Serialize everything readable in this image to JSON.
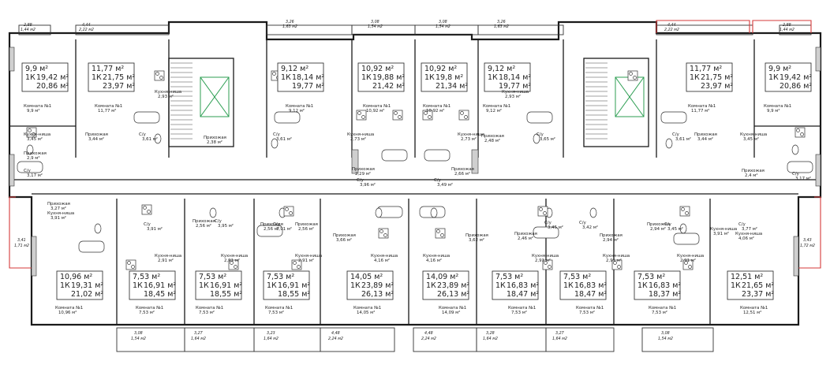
{
  "balconies_top": [
    {
      "a": "2,88",
      "b": "1,44 м2"
    },
    {
      "a": "4,44",
      "b": "2,22 м2"
    },
    {
      "a": "3,26",
      "b": "1,63 м2"
    },
    {
      "a": "3,08",
      "b": "1,54 м2"
    },
    {
      "a": "3,08",
      "b": "1,54 м2"
    },
    {
      "a": "3,26",
      "b": "1,63 м2"
    },
    {
      "a": "4,44",
      "b": "2,22 м2"
    },
    {
      "a": "2,88",
      "b": "1,44 м2"
    }
  ],
  "balconies_bottom": [
    {
      "a": "3,08",
      "b": "1,54 м2"
    },
    {
      "a": "3,27",
      "b": "1,64 м2"
    },
    {
      "a": "3,23",
      "b": "1,64 м2"
    },
    {
      "a": "4,48",
      "b": "2,24 м2"
    },
    {
      "a": "4,48",
      "b": "2,24 м2"
    },
    {
      "a": "3,28",
      "b": "1,64 м2"
    },
    {
      "a": "3,27",
      "b": "1,64 м2"
    },
    {
      "a": "3,08",
      "b": "1,54 м2"
    }
  ],
  "balconies_side": [
    {
      "a": "3,41",
      "b": "1,71 м2"
    },
    {
      "a": "3,43",
      "b": "1,72 м2"
    }
  ],
  "top_units": [
    {
      "l1": "9,9 м²",
      "k": "1К",
      "l2": "19,42 м²",
      "l3": "20,86 м²"
    },
    {
      "l1": "11,77 м²",
      "k": "1К",
      "l2": "21,75 м²",
      "l3": "23,97 м²"
    },
    {
      "l1": "9,12 м²",
      "k": "1К",
      "l2": "18,14 м²",
      "l3": "19,77 м²"
    },
    {
      "l1": "10,92 м²",
      "k": "1К",
      "l2": "19,88 м²",
      "l3": "21,42 м²"
    },
    {
      "l1": "10,92 м²",
      "k": "1К",
      "l2": "19,8 м²",
      "l3": "21,34 м²"
    },
    {
      "l1": "9,12 м²",
      "k": "1К",
      "l2": "18,14 м²",
      "l3": "19,77 м²"
    },
    {
      "l1": "11,77 м²",
      "k": "1К",
      "l2": "21,75 м²",
      "l3": "23,97 м²"
    },
    {
      "l1": "9,9 м²",
      "k": "1К",
      "l2": "19,42 м²",
      "l3": "20,86 м²"
    }
  ],
  "bottom_units": [
    {
      "l1": "10,96 м²",
      "k": "1К",
      "l2": "19,31 м²",
      "l3": "21,02 м²"
    },
    {
      "l1": "7,53 м²",
      "k": "1К",
      "l2": "16,91 м²",
      "l3": "18,45 м²"
    },
    {
      "l1": "7,53 м²",
      "k": "1К",
      "l2": "16,91 м²",
      "l3": "18,55 м²"
    },
    {
      "l1": "7,53 м²",
      "k": "1К",
      "l2": "16,91 м²",
      "l3": "18,55 м²"
    },
    {
      "l1": "14,05 м²",
      "k": "1К",
      "l2": "23,89 м²",
      "l3": "26,13 м²"
    },
    {
      "l1": "14,09 м²",
      "k": "1К",
      "l2": "23,89 м²",
      "l3": "26,13 м²"
    },
    {
      "l1": "7,53 м²",
      "k": "1К",
      "l2": "16,83 м²",
      "l3": "18,47 м²"
    },
    {
      "l1": "7,53 м²",
      "k": "1К",
      "l2": "16,83 м²",
      "l3": "18,47 м²"
    },
    {
      "l1": "7,53 м²",
      "k": "1К",
      "l2": "16,83 м²",
      "l3": "18,37 м²"
    },
    {
      "l1": "12,51 м²",
      "k": "1К",
      "l2": "21,65 м²",
      "l3": "23,37 м²"
    }
  ],
  "room_labels": [
    {
      "t": "Комната №1",
      "v": "9,9 м²"
    },
    {
      "t": "Комната №1",
      "v": "11,77 м²"
    },
    {
      "t": "Кухня-ниша",
      "v": "2,93 м²"
    },
    {
      "t": "Комната №1",
      "v": "9,12 м²"
    },
    {
      "t": "Комната №1",
      "v": "10,92 м²"
    },
    {
      "t": "Комната №1",
      "v": "10,92 м²"
    },
    {
      "t": "Комната №1",
      "v": "9,12 м²"
    },
    {
      "t": "Кухня-ниша",
      "v": "2,93 м²"
    },
    {
      "t": "Комната №1",
      "v": "11,77 м²"
    },
    {
      "t": "Комната №1",
      "v": "9,9 м²"
    },
    {
      "t": "Кухня-ниша",
      "v": "3,45 м²"
    },
    {
      "t": "Прихожая",
      "v": "3,44 м²"
    },
    {
      "t": "С/у",
      "v": "3,61 м²"
    },
    {
      "t": "С/у",
      "v": "3,61 м²"
    },
    {
      "t": "Прихожая",
      "v": "2,38 м²"
    },
    {
      "t": "Кухня-ниша",
      "v": "2,73 м²"
    },
    {
      "t": "Кухня-ниша",
      "v": "2,73 м²"
    },
    {
      "t": "Прихожая",
      "v": "2,48 м²"
    },
    {
      "t": "С/у",
      "v": "3,65 м²"
    },
    {
      "t": "С/у",
      "v": "3,61 м²"
    },
    {
      "t": "Прихожая",
      "v": "3,44 м²"
    },
    {
      "t": "Кухня-ниша",
      "v": "3,45 м²"
    },
    {
      "t": "Прихожая",
      "v": "2,9 м²"
    },
    {
      "t": "С/у",
      "v": "3,17 м²"
    },
    {
      "t": "Прихожая",
      "v": "2,29 м²"
    },
    {
      "t": "С/у",
      "v": "3,96 м²"
    },
    {
      "t": "С/у",
      "v": "3,49 м²"
    },
    {
      "t": "Прихожая",
      "v": "2,66 м²"
    },
    {
      "t": "Прихожая",
      "v": "2,4 м²"
    },
    {
      "t": "С/у",
      "v": "3,17 м²"
    },
    {
      "t": "Прихожая",
      "v": "3,27 м²"
    },
    {
      "t": "Кухня-ниша",
      "v": "3,91 м²"
    },
    {
      "t": "С/у",
      "v": "3,91 м²"
    },
    {
      "t": "Прихожая",
      "v": "2,56 м²"
    },
    {
      "t": "С/у",
      "v": "3,95 м²"
    },
    {
      "t": "Прихожая",
      "v": "2,56 м²"
    },
    {
      "t": "С/у",
      "v": "3,91 м²"
    },
    {
      "t": "Прихожая",
      "v": "2,56 м²"
    },
    {
      "t": "Прихожая",
      "v": "3,66 м²"
    },
    {
      "t": "Прихожая",
      "v": "3,62 м²"
    },
    {
      "t": "Прихожая",
      "v": "2,46 м²"
    },
    {
      "t": "С/у",
      "v": "3,45 м²"
    },
    {
      "t": "С/у",
      "v": "3,42 м²"
    },
    {
      "t": "Прихожая",
      "v": "2,94 м²"
    },
    {
      "t": "Прихожая",
      "v": "2,94 м²"
    },
    {
      "t": "С/у",
      "v": "3,45 м²"
    },
    {
      "t": "Кухня-ниша",
      "v": "3,91 м²"
    },
    {
      "t": "С/у",
      "v": "3,77 м²"
    },
    {
      "t": "Кухня-ниша",
      "v": "4,06 м²"
    },
    {
      "t": "Кухня-ниша",
      "v": "2,91 м²"
    },
    {
      "t": "Кухня-ниша",
      "v": "2,91 м²"
    },
    {
      "t": "Кухня-ниша",
      "v": "2,91 м²"
    },
    {
      "t": "Кухня-ниша",
      "v": "4,16 м²"
    },
    {
      "t": "Кухня-ниша",
      "v": "4,16 м²"
    },
    {
      "t": "Кухня-ниша",
      "v": "2,91 м²"
    },
    {
      "t": "Кухня-ниша",
      "v": "2,91 м²"
    },
    {
      "t": "Кухня-ниша",
      "v": "2,91 м²"
    },
    {
      "t": "Комната №1",
      "v": "10,96 м²"
    },
    {
      "t": "Комната №1",
      "v": "7,53 м²"
    },
    {
      "t": "Комната №1",
      "v": "7,53 м²"
    },
    {
      "t": "Комната №1",
      "v": "7,53 м²"
    },
    {
      "t": "Комната №1",
      "v": "14,05 м²"
    },
    {
      "t": "Комната №1",
      "v": "14,09 м²"
    },
    {
      "t": "Комната №1",
      "v": "7,53 м²"
    },
    {
      "t": "Комната №1",
      "v": "7,53 м²"
    },
    {
      "t": "Комната №1",
      "v": "7,53 м²"
    },
    {
      "t": "Комната №1",
      "v": "12,51 м²"
    }
  ]
}
